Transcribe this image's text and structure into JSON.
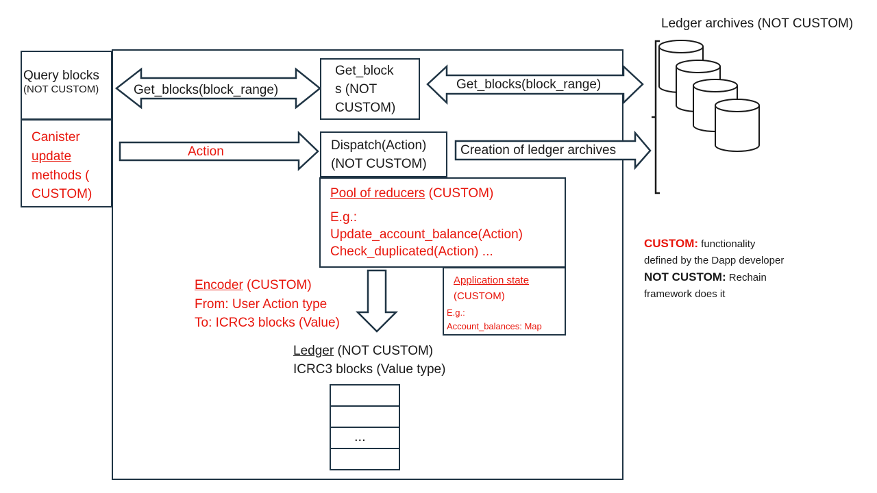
{
  "query_blocks": {
    "title": "Query blocks",
    "subtitle": "(NOT CUSTOM)"
  },
  "canister": {
    "line1": "Canister",
    "line2": "update",
    "line3": "methods  (",
    "line4": "CUSTOM)"
  },
  "get_blocks_center": {
    "line1": "Get_block",
    "line2": "s (NOT",
    "line3": "CUSTOM)"
  },
  "arrows": {
    "left_get_blocks": "Get_blocks(block_range)",
    "right_get_blocks": "Get_blocks(block_range)",
    "action": "Action",
    "creation": "Creation of ledger archives"
  },
  "dispatch": {
    "line1": "Dispatch(Action)",
    "line2": "(NOT CUSTOM)"
  },
  "reducers": {
    "title": "Pool of reducers",
    "title_suffix": " (CUSTOM)",
    "eg": "E.g.:",
    "item1": "Update_account_balance(Action)",
    "item2": "Check_duplicated(Action) ..."
  },
  "app_state": {
    "title": "Application state",
    "custom": "(CUSTOM)",
    "eg": "E.g.:",
    "item": "Account_balances: Map"
  },
  "encoder": {
    "title": "Encoder",
    "title_suffix": " (CUSTOM)",
    "from": "From: User Action type",
    "to": "To: ICRC3 blocks (Value)"
  },
  "ledger": {
    "title": "Ledger",
    "title_suffix": " (NOT CUSTOM)",
    "subtitle": "ICRC3 blocks (Value type)",
    "ellipsis": "..."
  },
  "archives": {
    "title": "Ledger archives (NOT CUSTOM)"
  },
  "legend": {
    "custom_key": "CUSTOM:",
    "custom_text1": " functionality",
    "custom_text2": "defined by the Dapp developer",
    "notcustom_key": "NOT CUSTOM:",
    "notcustom_text1": " Rechain",
    "notcustom_text2": "framework does it"
  },
  "colors": {
    "custom": "#e8160c",
    "border": "#1f3444"
  }
}
